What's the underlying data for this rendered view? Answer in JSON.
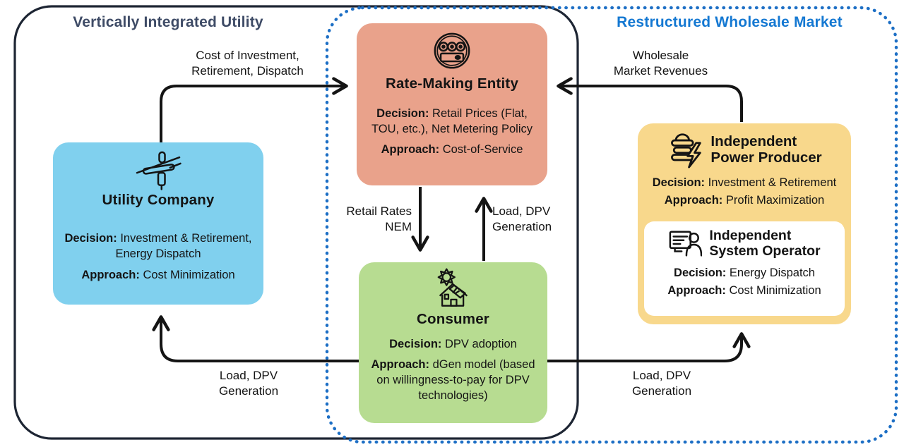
{
  "regions": {
    "viu": {
      "title": "Vertically Integrated Utility"
    },
    "rwm": {
      "title": "Restructured Wholesale Market"
    }
  },
  "boxes": {
    "rme": {
      "title": "Rate-Making Entity",
      "icon": "electric-meter-icon",
      "decision_label": "Decision:",
      "decision_text": "Retail Prices (Flat, TOU, etc.), Net Metering Policy",
      "approach_label": "Approach:",
      "approach_text": "Cost-of-Service"
    },
    "utility": {
      "title": "Utility Company",
      "icon": "power-pole-icon",
      "decision_label": "Decision:",
      "decision_text": "Investment & Retirement, Energy Dispatch",
      "approach_label": "Approach:",
      "approach_text": "Cost Minimization"
    },
    "consumer": {
      "title": "Consumer",
      "icon": "solar-house-icon",
      "decision_label": "Decision:",
      "decision_text": "DPV adoption",
      "approach_label": "Approach:",
      "approach_text": "dGen model (based on willingness-to-pay for DPV technologies)"
    },
    "ipp": {
      "title": "Independent\nPower Producer",
      "icon": "insulator-bolt-icon",
      "decision_label": "Decision:",
      "decision_text": "Investment & Retirement",
      "approach_label": "Approach:",
      "approach_text": "Profit Maximization"
    },
    "iso": {
      "title": "Independent\nSystem Operator",
      "icon": "operator-monitor-icon",
      "decision_label": "Decision:",
      "decision_text": "Energy Dispatch",
      "approach_label": "Approach:",
      "approach_text": "Cost Minimization"
    }
  },
  "arrows": {
    "utility_to_rme": {
      "label": "Cost of Investment,\nRetirement, Dispatch"
    },
    "ipp_to_rme": {
      "label": "Wholesale\nMarket Revenues"
    },
    "rme_to_consumer": {
      "label": "Retail Rates\nNEM"
    },
    "consumer_to_rme": {
      "label": "Load, DPV\nGeneration"
    },
    "consumer_to_utility": {
      "label": "Load, DPV\nGeneration"
    },
    "consumer_to_ipp": {
      "label": "Load, DPV\nGeneration"
    }
  },
  "colors": {
    "rme_box": "#e9a28b",
    "utility_box": "#80d0ee",
    "consumer_box": "#b7dc91",
    "ipp_box": "#f8d88c",
    "iso_box": "#ffffff",
    "viu_title": "#3e4b66",
    "rwm_title": "#1478d2",
    "dashed_border": "#1d6fc5",
    "solid_border": "#1d2533",
    "arrow": "#141414"
  }
}
